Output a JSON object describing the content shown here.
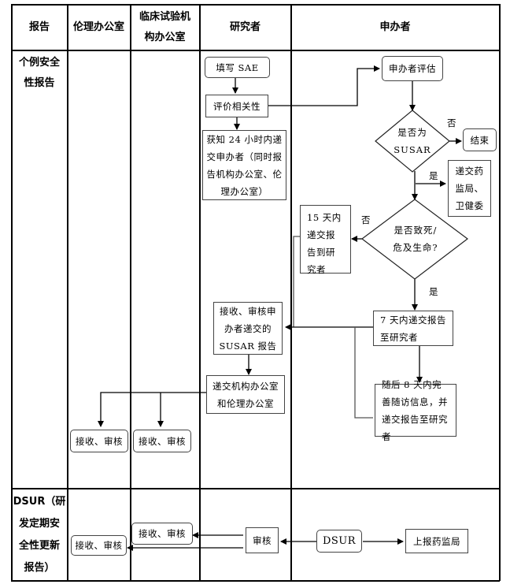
{
  "headers": {
    "report": "报告",
    "ethics_office": "伦理办公室",
    "institution_office_line1": "临床试验机",
    "institution_office_line2": "构办公室",
    "investigator": "研究者",
    "sponsor": "申办者"
  },
  "rows": {
    "individual": {
      "label_line1": "个例安全",
      "label_line2": "性报告"
    },
    "dsur": {
      "label_line1": "DSUR（研",
      "label_line2": "发定期安",
      "label_line3": "全性更新",
      "label_line4": "报告）"
    }
  },
  "nodes": {
    "fill_sae": "填写 SAE",
    "assess_relevance": "评价相关性",
    "notify_24h": "获知 24 小时内递交申办者（同时报告机构办公室、伦理办公室）",
    "sponsor_assess": "申办者评估",
    "is_susar_line1": "是否为",
    "is_susar_line2": "SUSAR",
    "end": "结束",
    "submit_nmpa": "递交药监局、卫健委",
    "fatal_line1": "是否致死/",
    "fatal_line2": "危及生命?",
    "report_15d": "15 天内递交报告到研究者",
    "report_7d": "7 天内递交报告至研究者",
    "report_8d": "随后 8 天内完善随访信息，并递交报告至研究者",
    "receive_review_susar": "接收、审核申办者递交的 SUSAR 报告",
    "submit_offices": "递交机构办公室和伦理办公室",
    "ethics_receive_review": "接收、审核",
    "institution_receive_review": "接收、审核",
    "dsur_source": "DSUR",
    "dsur_report_nmpa": "上报药监局",
    "dsur_investigator_review": "审核",
    "dsur_institution_receive": "接收、审核",
    "dsur_ethics_receive": "接收、审核"
  },
  "edge_labels": {
    "no_susar": "否",
    "yes_susar": "是",
    "no_fatal": "否",
    "yes_fatal": "是"
  }
}
